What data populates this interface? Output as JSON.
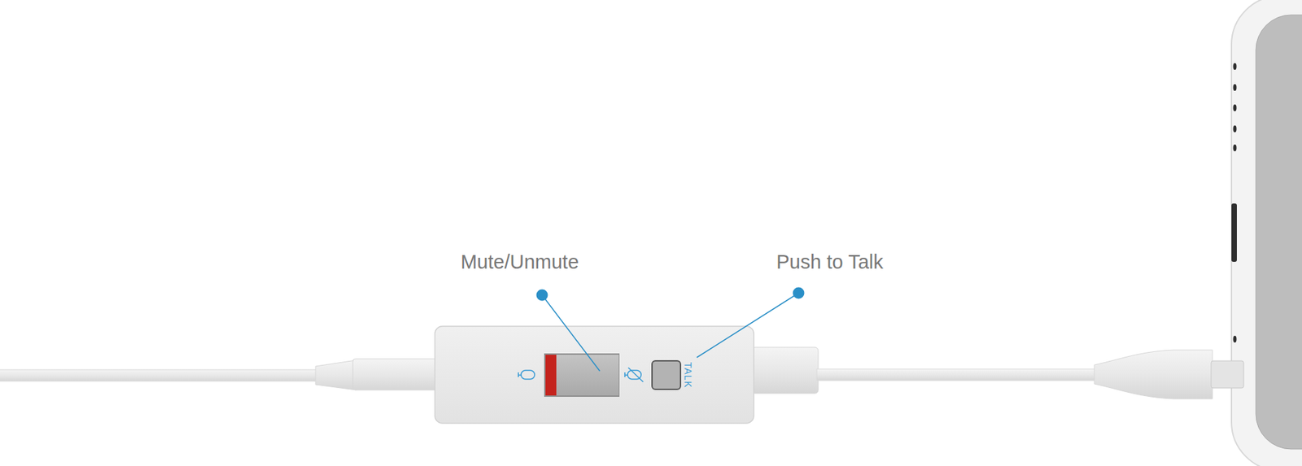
{
  "diagram": {
    "labels": [
      "Mute/Unmute",
      "Push to Talk",
      "TALK"
    ]
  }
}
